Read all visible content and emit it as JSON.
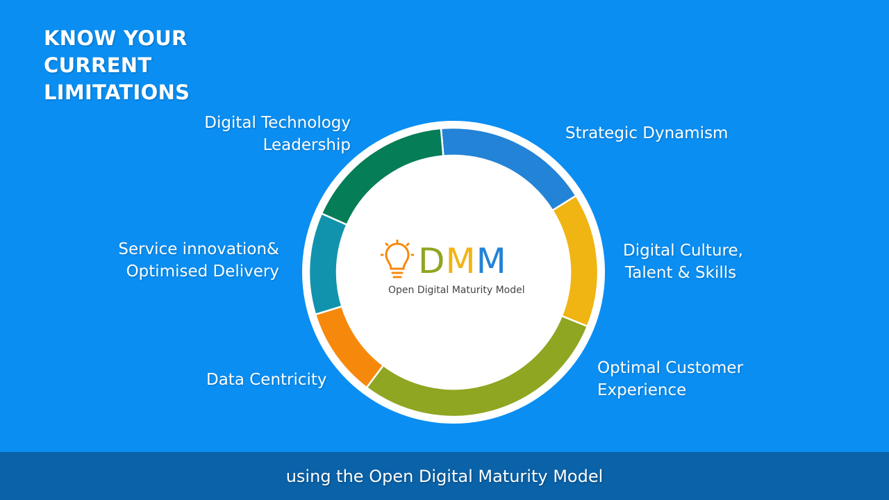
{
  "headline": [
    "KNOW YOUR",
    "CURRENT",
    "LIMITATIONS"
  ],
  "segments": [
    {
      "id": "strategic-dynamism",
      "label": [
        "Strategic Dynamism"
      ],
      "color": "#2383d6"
    },
    {
      "id": "digital-culture",
      "label": [
        "Digital Culture,",
        "Talent & Skills"
      ],
      "color": "#f0b413"
    },
    {
      "id": "optimal-customer-experience",
      "label": [
        "Optimal Customer",
        "Experience"
      ],
      "color": "#8ea621"
    },
    {
      "id": "data-centricity",
      "label": [
        "Data Centricity"
      ],
      "color": "#f6890c"
    },
    {
      "id": "service-innovation",
      "label": [
        "Service innovation&",
        "Optimised Delivery"
      ],
      "color": "#1293ad"
    },
    {
      "id": "digital-technology-leadership",
      "label": [
        "Digital Technology",
        "Leadership"
      ],
      "color": "#057d57"
    }
  ],
  "logo": {
    "letters": [
      {
        "char": "D",
        "color": "#8ea621"
      },
      {
        "char": "M",
        "color": "#f0b413"
      },
      {
        "char": "M",
        "color": "#2383d6"
      }
    ],
    "caption": "Open Digital Maturity Model",
    "bulb_color": "#f6890c"
  },
  "footer": "using the Open Digital Maturity Model"
}
